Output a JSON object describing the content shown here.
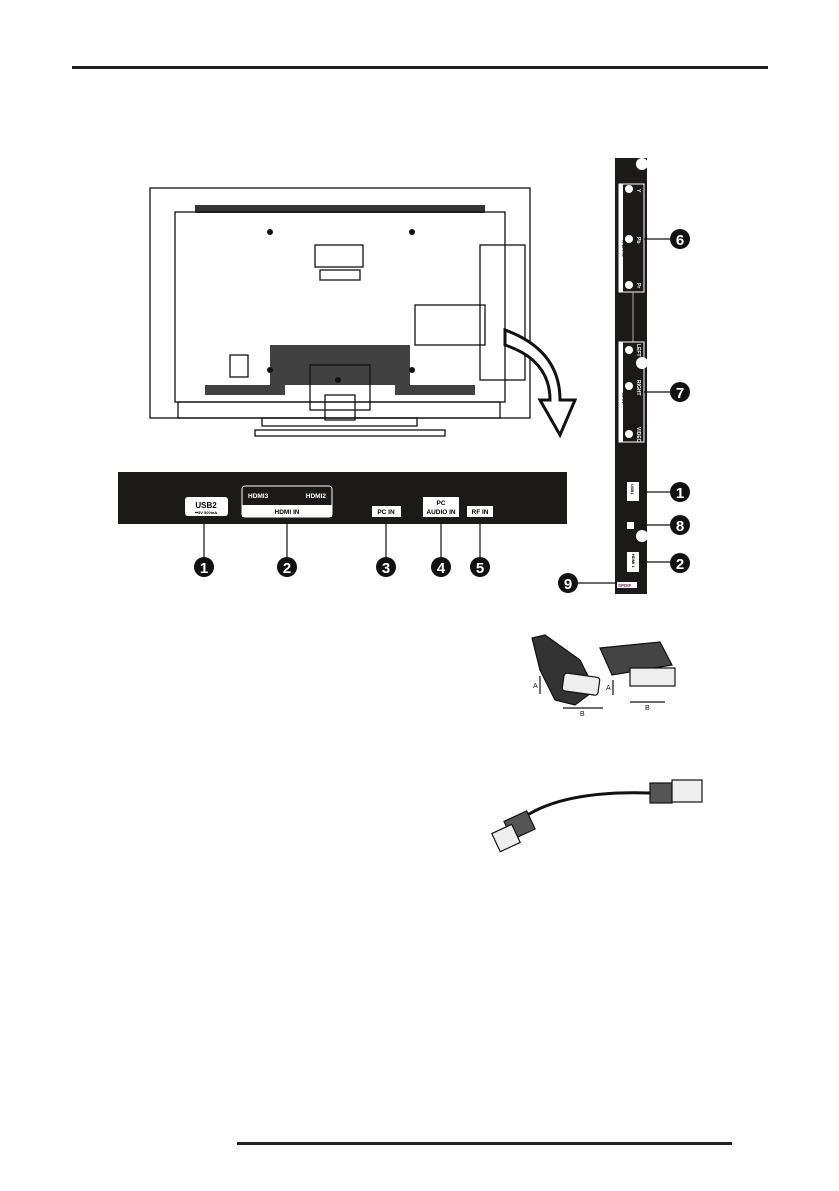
{
  "back_panel": {
    "usb": "USB2",
    "usb_rating": "⎓5V 500mA",
    "hdmi3": "HDMI3",
    "hdmi2": "HDMI2",
    "hdmi_in": "HDMI IN",
    "pc_in": "PC IN",
    "pc_audio_1": "PC",
    "pc_audio_2": "AUDIO IN",
    "rf_in": "RF IN",
    "callouts": [
      "1",
      "2",
      "3",
      "4",
      "5"
    ]
  },
  "side_panel": {
    "ypbpr": "YPbPr IN",
    "y": "Y",
    "pb": "Pb",
    "pr": "Pr",
    "av_in": "AV IN",
    "left": "LEFT",
    "right": "RIGHT",
    "video": "VIDEO",
    "usb1": "USB1",
    "hdmi1": "HDMI 1",
    "spdif": "SPDIF",
    "callouts": [
      "6",
      "7",
      "1",
      "8",
      "2",
      "9"
    ]
  },
  "hdmi_cable": {
    "a": "A",
    "b": "B"
  }
}
